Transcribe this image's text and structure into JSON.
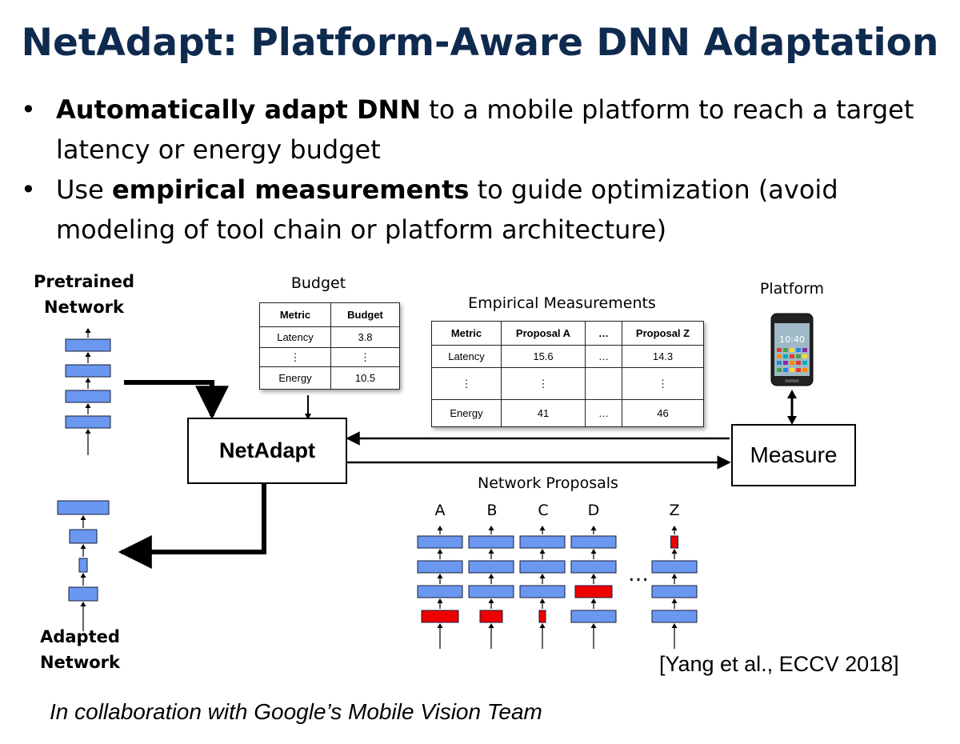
{
  "slide": {
    "title": "NetAdapt: Platform-Aware DNN Adaptation",
    "bullets": [
      {
        "bold": "Automatically adapt DNN",
        "rest": " to a mobile platform to reach a target latency or energy budget"
      },
      {
        "pre": "Use ",
        "bold": "empirical measurements",
        "rest": " to guide optimization (avoid modeling of tool chain or platform architecture)"
      }
    ],
    "bullet_char": "•"
  },
  "diagram": {
    "pretrained_label": "Pretrained Network",
    "adapted_label": "Adapted Network",
    "netadapt_label": "NetAdapt",
    "measure_label": "Measure",
    "platform_label": "Platform",
    "phone_time": "10:40",
    "budget": {
      "caption": "Budget",
      "headers": [
        "Metric",
        "Budget"
      ],
      "rows": [
        [
          "Latency",
          "3.8"
        ],
        [
          "⋮",
          "⋮"
        ],
        [
          "Energy",
          "10.5"
        ]
      ]
    },
    "measurements": {
      "caption": "Empirical Measurements",
      "headers": [
        "Metric",
        "Proposal A",
        "…",
        "Proposal Z"
      ],
      "rows": [
        [
          "Latency",
          "15.6",
          "…",
          "14.3"
        ],
        [
          "⋮",
          "⋮",
          "",
          "⋮"
        ],
        [
          "Energy",
          "41",
          "…",
          "46"
        ]
      ]
    },
    "proposals": {
      "caption": "Network Proposals",
      "letters": [
        "A",
        "B",
        "C",
        "D",
        "Z"
      ],
      "ellipsis": "…"
    },
    "colors": {
      "layer_blue": "#6a98f0",
      "layer_red": "#ee0000",
      "title_navy": "#0f2a4f"
    }
  },
  "citation": "[Yang et al., ECCV 2018]",
  "footer": "In collaboration with Google’s Mobile Vision Team"
}
